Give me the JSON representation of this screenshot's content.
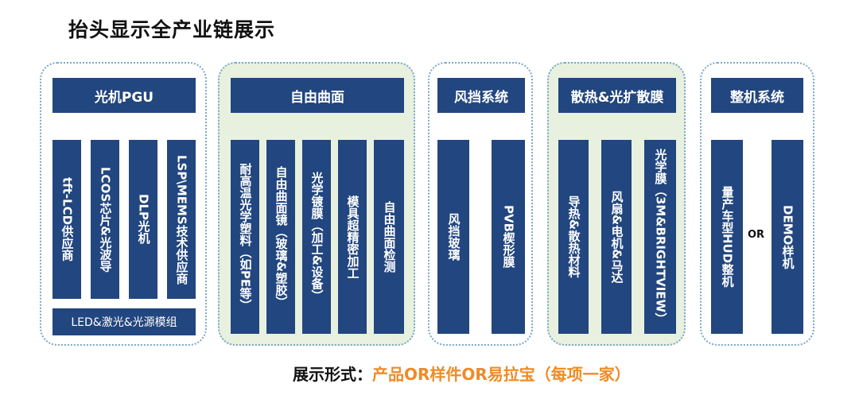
{
  "title": "抬头显示全产业链展示",
  "groups": [
    {
      "header": "光机PGU",
      "columns": [
        "tft-LCD供应商",
        "LCOS芯片&光波导",
        "DLP光机",
        "LSP\\MEMS技术供应商"
      ],
      "footer": "LED&激光&光源模组"
    },
    {
      "header": "自由曲面",
      "columns": [
        "耐高温光学塑料（如PE等）",
        "自由曲面镜（玻璃&塑胶）",
        "光学镀膜（加工&设备）",
        "模具超精密加工",
        "自由曲面检测"
      ]
    },
    {
      "header": "风挡系统",
      "columns": [
        "风挡玻璃",
        "PVB楔形膜"
      ]
    },
    {
      "header": "散热&光扩散膜",
      "columns": [
        "导热&散热材料",
        "风扇&电机&马达",
        "光学膜（3M&BRIGHTVIEW）"
      ]
    },
    {
      "header": "整机系统",
      "columns": [
        "量产车型HUD整机",
        "DEMO样机"
      ],
      "separator": "OR"
    }
  ],
  "caption": {
    "label": "展示形式：",
    "value": "产品OR样件OR易拉宝（每项一家）"
  },
  "colors": {
    "box": "#22467f",
    "green_bg": "#e8f1df",
    "border": "#7aa7c9",
    "accent": "#f08a24"
  }
}
